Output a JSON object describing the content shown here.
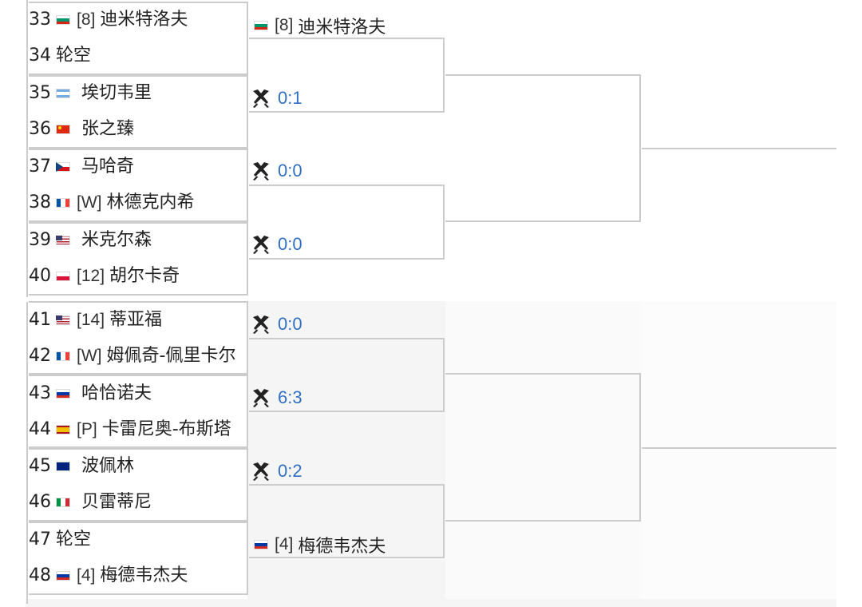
{
  "players": [
    {
      "num": "33",
      "seed": "[8]",
      "flag": "bg",
      "name": "迪米特洛夫"
    },
    {
      "num": "34",
      "seed": "",
      "flag": "",
      "name": "轮空"
    },
    {
      "num": "35",
      "seed": "",
      "flag": "ar",
      "name": "埃切韦里"
    },
    {
      "num": "36",
      "seed": "",
      "flag": "cn",
      "name": "张之臻"
    },
    {
      "num": "37",
      "seed": "",
      "flag": "cz",
      "name": "马哈奇"
    },
    {
      "num": "38",
      "seed": "[W]",
      "flag": "fr",
      "name": "林德克内希"
    },
    {
      "num": "39",
      "seed": "",
      "flag": "us",
      "name": "米克尔森"
    },
    {
      "num": "40",
      "seed": "[12]",
      "flag": "pl",
      "name": "胡尔卡奇"
    },
    {
      "num": "41",
      "seed": "[14]",
      "flag": "us",
      "name": "蒂亚福"
    },
    {
      "num": "42",
      "seed": "[W]",
      "flag": "fr",
      "name": "姆佩奇-佩里卡尔"
    },
    {
      "num": "43",
      "seed": "",
      "flag": "ru",
      "name": "哈恰诺夫"
    },
    {
      "num": "44",
      "seed": "[P]",
      "flag": "es",
      "name": "卡雷尼奥-布斯塔"
    },
    {
      "num": "45",
      "seed": "",
      "flag": "au",
      "name": "波佩林"
    },
    {
      "num": "46",
      "seed": "",
      "flag": "it",
      "name": "贝雷蒂尼"
    },
    {
      "num": "47",
      "seed": "",
      "flag": "",
      "name": "轮空"
    },
    {
      "num": "48",
      "seed": "[4]",
      "flag": "ru",
      "name": "梅德韦杰夫"
    }
  ],
  "round2": {
    "winner_top": {
      "seed": "[8]",
      "flag": "bg",
      "name": "迪米特洛夫"
    },
    "scores": [
      "0:1",
      "0:0",
      "0:0",
      "0:0",
      "6:3",
      "0:2"
    ],
    "winner_bottom": {
      "seed": "[4]",
      "flag": "ru",
      "name": "梅德韦杰夫"
    }
  },
  "icons": {
    "versus": "crossed-rackets-icon"
  },
  "colors": {
    "score": "#2f6fc4",
    "line": "#cccccc"
  }
}
